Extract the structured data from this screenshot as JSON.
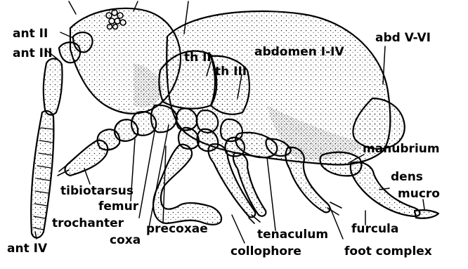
{
  "labels": {
    "ant_ii": "ant II",
    "ant_iii": "ant III",
    "ant_iv": "ant IV",
    "th_ii": "th II",
    "th_iii": "th III",
    "abdomen": "abdomen I-IV",
    "abd_v_vi": "abd V-VI",
    "manubrium": "manubrium",
    "dens": "dens",
    "mucro": "mucro",
    "furcula": "furcula",
    "tibiotarsus": "tibiotarsus",
    "femur": "femur",
    "trochanter": "trochanter",
    "coxa": "coxa",
    "precoxae": "precoxae",
    "tenaculum": "tenaculum",
    "collophore": "collophore",
    "foot_complex": "foot complex"
  },
  "colors": {
    "ink": "#000000",
    "paper": "#ffffff",
    "stipple": "#222222"
  }
}
